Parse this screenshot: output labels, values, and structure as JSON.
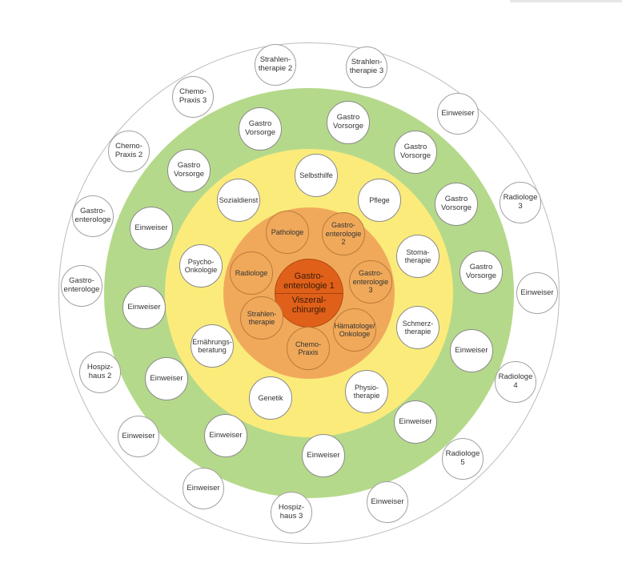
{
  "colors": {
    "outer_fill": "#ffffff",
    "green_ring": "#b5d98a",
    "yellow_ring": "#fbeb7b",
    "orange_ring": "#f0a95a",
    "core": "#e0601a",
    "node_fill": "#ffffff",
    "node_border": "#8a8a8a"
  },
  "center": {
    "top": "Gastro-\nenterologie 1",
    "bottom": "Viszeral-\nchirurgie"
  },
  "orange_nodes": [
    "Pathologe",
    "Gastro-\nenterologie\n2",
    "Gastro-\nenterologie\n3",
    "Hämatologe/\nOnkologe",
    "Chemo-\nPraxis",
    "Strahlen-\ntherapie",
    "Radiologe"
  ],
  "yellow_nodes": [
    "Selbsthilfe",
    "Pflege",
    "Stoma-\ntherapie",
    "Schmerz-\ntherapie",
    "Physio-\ntherapie",
    "Genetik",
    "Ernährungs-\nberatung",
    "Psycho-\nOnkologie",
    "Sozialdienst"
  ],
  "green_nodes": [
    "Gastro\nVorsorge",
    "Gastro\nVorsorge",
    "Gastro\nVorsorge",
    "Gastro\nVorsorge",
    "Gastro\nVorsorge",
    "Einweiser",
    "Einweiser",
    "Einweiser",
    "Einweiser",
    "Einweiser",
    "Einweiser",
    "Einweiser",
    "Gastro\nVorsorge"
  ],
  "outer_nodes": [
    "Strahlen-\ntherapie 3",
    "Einweiser",
    "Radiologe\n3",
    "Einweiser",
    "Radiologe\n4",
    "Radiologe\n5",
    "Einweiser",
    "Hospiz-\nhaus 3",
    "Einweiser",
    "Einweiser",
    "Hospiz-\nhaus 2",
    "Gastro-\nenterologe",
    "Gastro-\nenterologe",
    "Chemo-\nPraxis 2",
    "Chemo-\nPraxis 3",
    "Strahlen-\ntherapie 2"
  ]
}
